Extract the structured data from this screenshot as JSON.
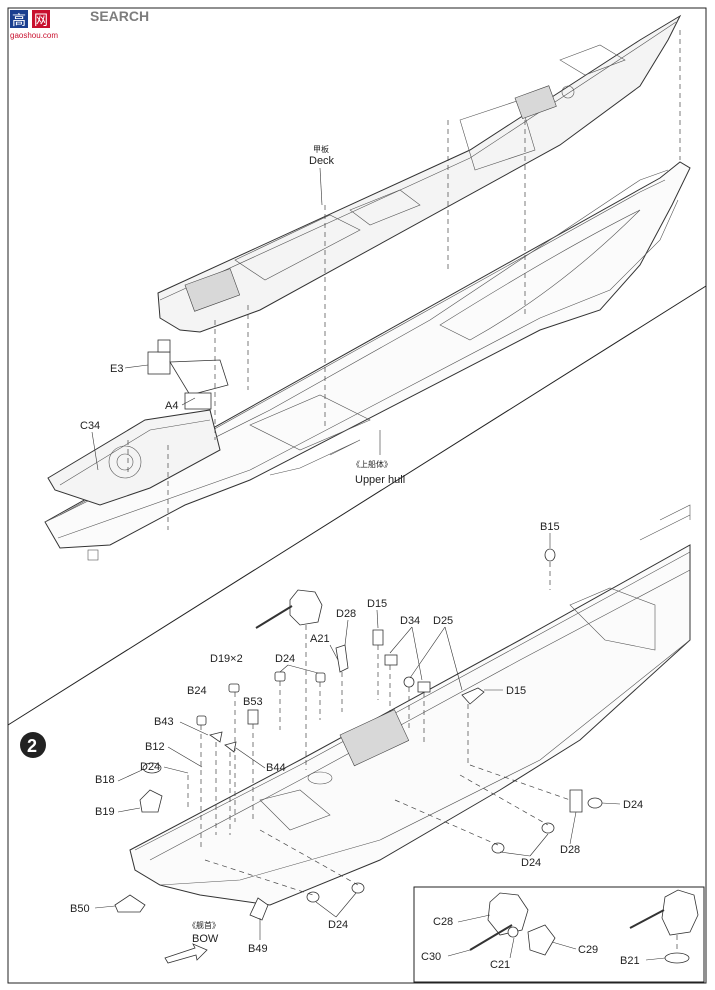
{
  "watermark": {
    "brand_cn": "高",
    "brand_cn2": "网",
    "brand_en": "SEARCH",
    "site": "gaoshou.com"
  },
  "step": {
    "number": "2"
  },
  "step1": {
    "deck_cn": "甲板",
    "deck_en": "Deck",
    "upper_hull_cn": "《上船体》",
    "upper_hull_en": "Upper hull",
    "parts": [
      "E3",
      "A4",
      "C34"
    ]
  },
  "step2": {
    "bow_cn": "《舰首》",
    "bow_en": "BOW",
    "labels": {
      "b15": "B15",
      "d28a": "D28",
      "d15a": "D15",
      "a21": "A21",
      "d34": "D34",
      "d25": "D25",
      "d19": "D19×2",
      "d24a": "D24",
      "d15b": "D15",
      "b24": "B24",
      "b53": "B53",
      "b43": "B43",
      "b12": "B12",
      "d24b": "D24",
      "b44": "B44",
      "b18": "B18",
      "b19": "B19",
      "d24c": "D24",
      "d28b": "D28",
      "d24d": "D24",
      "b50": "B50",
      "d24e": "D24",
      "b49": "B49"
    }
  },
  "inset": {
    "c28": "C28",
    "c30": "C30",
    "c21": "C21",
    "c29": "C29",
    "b21": "B21"
  }
}
